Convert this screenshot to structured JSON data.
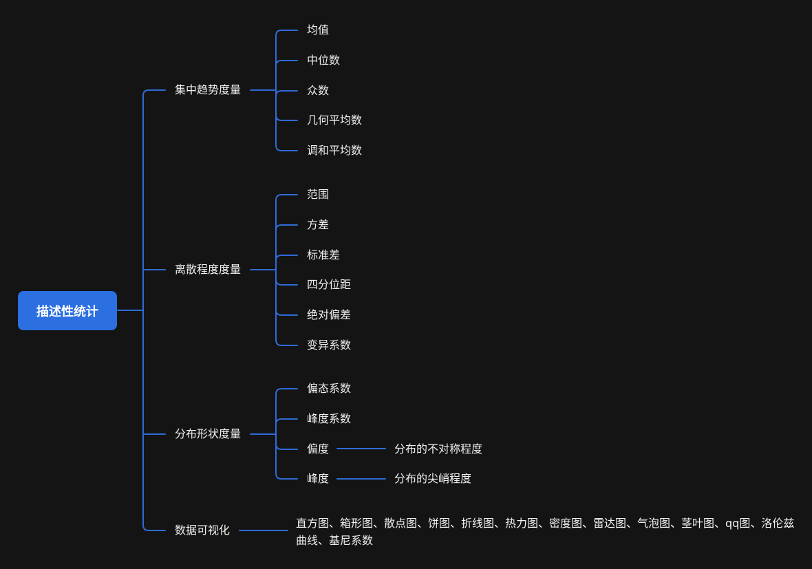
{
  "root": "描述性统计",
  "branches": [
    {
      "label": "集中趋势度量",
      "children": [
        "均值",
        "中位数",
        "众数",
        "几何平均数",
        "调和平均数"
      ]
    },
    {
      "label": "离散程度度量",
      "children": [
        "范围",
        "方差",
        "标准差",
        "四分位距",
        "绝对偏差",
        "变异系数"
      ]
    },
    {
      "label": "分布形状度量",
      "children": [
        "偏态系数",
        "峰度系数",
        "偏度",
        "峰度"
      ],
      "notes": [
        "分布的不对称程度",
        "分布的尖峭程度"
      ]
    },
    {
      "label": "数据可视化",
      "text": "直方图、箱形图、散点图、饼图、折线图、热力图、密度图、雷达图、气泡图、茎叶图、qq图、洛伦兹曲线、基尼系数"
    }
  ],
  "colors": {
    "background": "#141414",
    "accent": "#2b6fe0",
    "line": "#2f6bd6",
    "text": "#f0f0f0"
  }
}
